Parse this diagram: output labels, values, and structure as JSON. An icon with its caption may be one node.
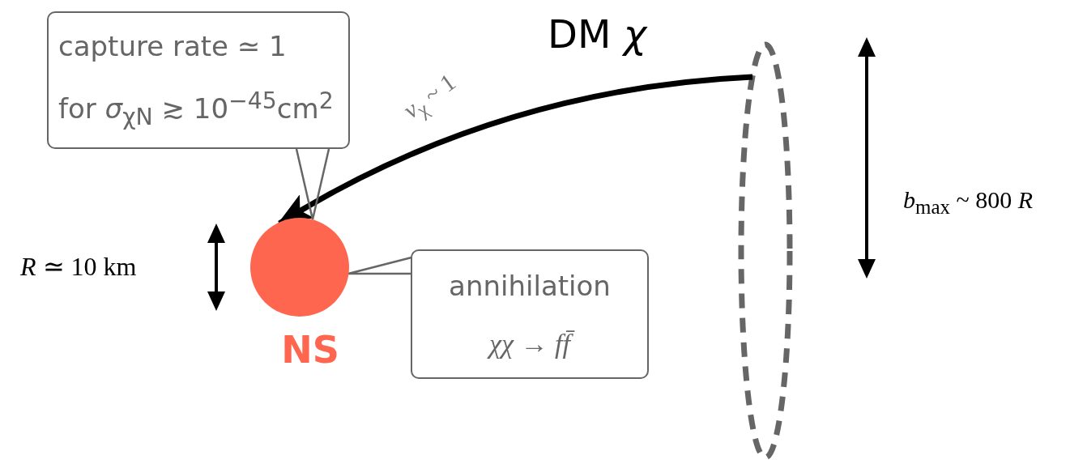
{
  "diagram": {
    "nodes": [
      {
        "text": [
          "capture rate  ≃ 1",
          "for *σ*$_{χN}$ ≳ 10$^{−45}$cm$^{2}$"
        ]
      },
      {
        "text": [
          "NS"
        ]
      },
      {
        "text": [
          "annihilation",
          "*χχ* → *ff̄*"
        ]
      },
      {
        "text": [],
        "shape": "ellipse"
      }
    ],
    "edges": [
      {
        "from": 3,
        "to": 1,
        "arrow": "to",
        "label": "*v*$_{χ}$ ~ 1",
        "style": "thick",
        "color": "#000000"
      },
      {
        "from": 0,
        "to": 1,
        "arrow": "none",
        "color": "#666666"
      },
      {
        "from": 2,
        "to": 1,
        "arrow": "none",
        "color": "#666666"
      }
    ],
    "labels": [
      "DM *χ*",
      "*R* ≃ 10 km",
      "*b*$_{max}$ ~ 800 *R*"
    ]
  }
}
